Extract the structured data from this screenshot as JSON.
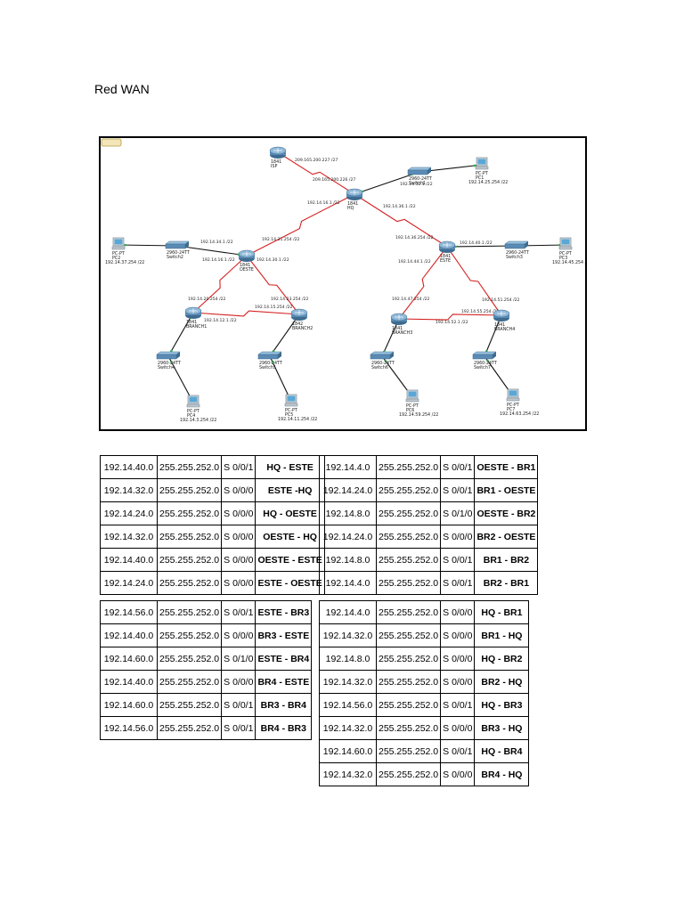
{
  "title": "Red WAN",
  "topology": {
    "devices": [
      {
        "key": "isp",
        "type": "router",
        "model": "1841",
        "name": "ISP"
      },
      {
        "key": "hq",
        "type": "router",
        "model": "1841",
        "name": "HQ"
      },
      {
        "key": "switch1",
        "type": "switch",
        "model": "2960-24TT",
        "name": "Switch1"
      },
      {
        "key": "pc1",
        "type": "pc",
        "model": "PC-PT",
        "name": "PC1",
        "ip": "192.14.25.254 /22"
      },
      {
        "key": "oeste",
        "type": "router",
        "model": "1841",
        "name": "OESTE"
      },
      {
        "key": "este",
        "type": "router",
        "model": "1841",
        "name": "ESTE"
      },
      {
        "key": "switch2",
        "type": "switch",
        "model": "2960-24TT",
        "name": "Switch2"
      },
      {
        "key": "pc2",
        "type": "pc",
        "model": "PC-PT",
        "name": "PC2",
        "ip": "192.14.37.254 /22"
      },
      {
        "key": "switch3",
        "type": "switch",
        "model": "2960-24TT",
        "name": "Switch3"
      },
      {
        "key": "pc3",
        "type": "pc",
        "model": "PC-PT",
        "name": "PC3",
        "ip": "192.14.45.254 /22"
      },
      {
        "key": "branch1",
        "type": "router",
        "model": "1841",
        "name": "BRANCH1"
      },
      {
        "key": "branch2",
        "type": "router",
        "model": "1842",
        "name": "BRANCH2"
      },
      {
        "key": "branch3",
        "type": "router",
        "model": "1841",
        "name": "BRANCH3"
      },
      {
        "key": "branch4",
        "type": "router",
        "model": "1841",
        "name": "BRANCH4"
      },
      {
        "key": "switch4",
        "type": "switch",
        "model": "2960-24TT",
        "name": "Switch4"
      },
      {
        "key": "switch5",
        "type": "switch",
        "model": "2960-24TT",
        "name": "Switch5"
      },
      {
        "key": "switch6",
        "type": "switch",
        "model": "2960-24TT",
        "name": "Switch6"
      },
      {
        "key": "switch7",
        "type": "switch",
        "model": "2960-24TT",
        "name": "Switch7"
      },
      {
        "key": "pc4",
        "type": "pc",
        "model": "PC-PT",
        "name": "PC4",
        "ip": "192.14.3.254 /22"
      },
      {
        "key": "pc5",
        "type": "pc",
        "model": "PC-PT",
        "name": "PC5",
        "ip": "192.14.11.254 /22"
      },
      {
        "key": "pc6",
        "type": "pc",
        "model": "PC-PT",
        "name": "PC6",
        "ip": "192.14.59.254 /22"
      },
      {
        "key": "pc7",
        "type": "pc",
        "model": "PC-PT",
        "name": "PC7",
        "ip": "192.14.63.254 /22"
      }
    ],
    "links": [
      {
        "from": "isp",
        "to": "hq",
        "kind": "serial",
        "labels": [
          "209.165.200.227 /27",
          "209.165.200.226 /27"
        ]
      },
      {
        "from": "hq",
        "to": "switch1",
        "kind": "ethernet",
        "labels": [
          "192.14.32.1 /22"
        ]
      },
      {
        "from": "switch1",
        "to": "pc1",
        "kind": "ethernet",
        "labels": []
      },
      {
        "from": "hq",
        "to": "oeste",
        "kind": "serial",
        "labels": [
          "192.14.16.1 /22",
          "192.14.31.254 /22"
        ]
      },
      {
        "from": "hq",
        "to": "este",
        "kind": "serial",
        "labels": [
          "192.14.36.1 /22",
          "192.14.36.254 /22"
        ]
      },
      {
        "from": "oeste",
        "to": "switch2",
        "kind": "ethernet",
        "labels": [
          "192.14.34.1 /22"
        ]
      },
      {
        "from": "switch2",
        "to": "pc2",
        "kind": "ethernet",
        "labels": []
      },
      {
        "from": "este",
        "to": "switch3",
        "kind": "ethernet",
        "labels": [
          "192.14.40.1 /22"
        ]
      },
      {
        "from": "switch3",
        "to": "pc3",
        "kind": "ethernet",
        "labels": []
      },
      {
        "from": "oeste",
        "to": "branch1",
        "kind": "serial",
        "labels": [
          "192.14.16.1 /22",
          "192.14.20.254 /22"
        ]
      },
      {
        "from": "oeste",
        "to": "branch2",
        "kind": "serial",
        "labels": [
          "192.14.30.1 /22",
          "192.14.23.254 /22"
        ]
      },
      {
        "from": "branch1",
        "to": "branch2",
        "kind": "serial",
        "labels": [
          "192.14.12.1 /22",
          "192.14.15.254 /22"
        ]
      },
      {
        "from": "este",
        "to": "branch3",
        "kind": "serial",
        "labels": [
          "192.14.44.1 /22",
          "192.14.47.254 /22"
        ]
      },
      {
        "from": "este",
        "to": "branch4",
        "kind": "serial",
        "labels": [
          "192.14.51.254 /22"
        ]
      },
      {
        "from": "branch3",
        "to": "branch4",
        "kind": "serial",
        "labels": [
          "192.14.52.1 /22",
          "192.14.55.254 /22"
        ]
      },
      {
        "from": "branch1",
        "to": "switch4",
        "kind": "ethernet",
        "labels": []
      },
      {
        "from": "switch4",
        "to": "pc4",
        "kind": "ethernet",
        "labels": []
      },
      {
        "from": "branch2",
        "to": "switch5",
        "kind": "ethernet",
        "labels": []
      },
      {
        "from": "switch5",
        "to": "pc5",
        "kind": "ethernet",
        "labels": []
      },
      {
        "from": "branch3",
        "to": "switch6",
        "kind": "ethernet",
        "labels": []
      },
      {
        "from": "switch6",
        "to": "pc6",
        "kind": "ethernet",
        "labels": []
      },
      {
        "from": "branch4",
        "to": "switch7",
        "kind": "ethernet",
        "labels": []
      },
      {
        "from": "switch7",
        "to": "pc7",
        "kind": "ethernet",
        "labels": []
      }
    ]
  },
  "tables": [
    {
      "key": "tA",
      "rows": [
        [
          "192.14.40.0",
          "255.255.252.0",
          "S 0/0/1",
          "HQ - ESTE"
        ],
        [
          "192.14.32.0",
          "255.255.252.0",
          "S 0/0/0",
          "ESTE -HQ"
        ],
        [
          "192.14.24.0",
          "255.255.252.0",
          "S 0/0/0",
          "HQ - OESTE"
        ],
        [
          "192.14.32.0",
          "255.255.252.0",
          "S 0/0/0",
          "OESTE - HQ"
        ],
        [
          "192.14.40.0",
          "255.255.252.0",
          "S 0/0/0",
          "OESTE - ESTE"
        ],
        [
          "192.14.24.0",
          "255.255.252.0",
          "S 0/0/0",
          "ESTE - OESTE"
        ]
      ]
    },
    {
      "key": "tB",
      "rows": [
        [
          "192.14.4.0",
          "255.255.252.0",
          "S 0/0/1",
          "OESTE - BR1"
        ],
        [
          "192.14.24.0",
          "255.255.252.0",
          "S 0/0/1",
          "BR1 - OESTE"
        ],
        [
          "192.14.8.0",
          "255.255.252.0",
          "S 0/1/0",
          "OESTE - BR2"
        ],
        [
          "192.14.24.0",
          "255.255.252.0",
          "S 0/0/0",
          "BR2 - OESTE"
        ],
        [
          "192.14.8.0",
          "255.255.252.0",
          "S 0/0/1",
          "BR1 - BR2"
        ],
        [
          "192.14.4.0",
          "255.255.252.0",
          "S 0/0/1",
          "BR2 - BR1"
        ]
      ]
    },
    {
      "key": "tC",
      "rows": [
        [
          "192.14.56.0",
          "255.255.252.0",
          "S 0/0/1",
          "ESTE - BR3"
        ],
        [
          "192.14.40.0",
          "255.255.252.0",
          "S 0/0/0",
          "BR3 - ESTE"
        ],
        [
          "192.14.60.0",
          "255.255.252.0",
          "S 0/1/0",
          "ESTE - BR4"
        ],
        [
          "192.14.40.0",
          "255.255.252.0",
          "S 0/0/0",
          "BR4 - ESTE"
        ],
        [
          "192.14.60.0",
          "255.255.252.0",
          "S 0/0/1",
          "BR3 - BR4"
        ],
        [
          "192.14.56.0",
          "255.255.252.0",
          "S 0/0/1",
          "BR4 - BR3"
        ]
      ]
    },
    {
      "key": "tD",
      "rows": [
        [
          "192.14.4.0",
          "255.255.252.0",
          "S 0/0/0",
          "HQ - BR1"
        ],
        [
          "192.14.32.0",
          "255.255.252.0",
          "S 0/0/0",
          "BR1 - HQ"
        ],
        [
          "192.14.8.0",
          "255.255.252.0",
          "S 0/0/0",
          "HQ - BR2"
        ],
        [
          "192.14.32.0",
          "255.255.252.0",
          "S 0/0/0",
          "BR2 - HQ"
        ],
        [
          "192.14.56.0",
          "255.255.252.0",
          "S 0/0/1",
          "HQ - BR3"
        ],
        [
          "192.14.32.0",
          "255.255.252.0",
          "S 0/0/0",
          "BR3 - HQ"
        ],
        [
          "192.14.60.0",
          "255.255.252.0",
          "S 0/0/1",
          "HQ - BR4"
        ],
        [
          "192.14.32.0",
          "255.255.252.0",
          "S 0/0/0",
          "BR4 - HQ"
        ]
      ]
    }
  ]
}
